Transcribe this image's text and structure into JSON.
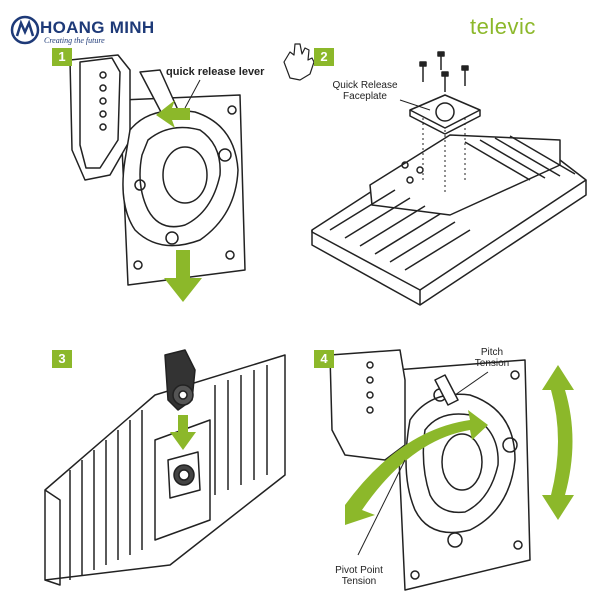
{
  "header": {
    "brand_name": "HOANG MINH",
    "brand_tagline": "Creating the future",
    "partner_logo": "televic",
    "brand_color": "#1e3a78",
    "accent_color": "#8cb82a"
  },
  "steps": [
    {
      "number": "1",
      "labels": {
        "lever": "quick release lever"
      }
    },
    {
      "number": "2",
      "labels": {
        "faceplate": "Quick Release Faceplate"
      }
    },
    {
      "number": "3"
    },
    {
      "number": "4",
      "labels": {
        "pitch": "Pitch Tension",
        "pivot": "Pivot Point Tension"
      }
    }
  ],
  "icons": [
    "hand-pointer-icon",
    "down-arrow-icon",
    "curved-arrow-icon",
    "screw-icon"
  ]
}
